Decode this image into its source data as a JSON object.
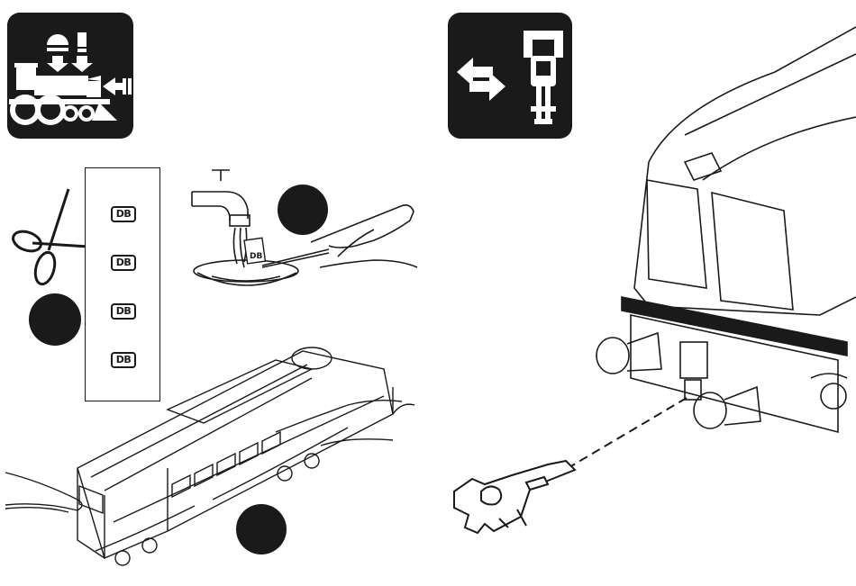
{
  "decal_strip": {
    "logos": [
      {
        "text": "DB"
      },
      {
        "text": "DB"
      },
      {
        "text": "DB"
      },
      {
        "text": "DB"
      }
    ]
  },
  "water_scene": {
    "decal_text": "DB"
  },
  "icons": {
    "left_tile": "locomotive-coupler-service-icon",
    "right_tile": "coupler-exchange-icon"
  },
  "colors": {
    "ink": "#1a1a1a",
    "paper": "#ffffff"
  }
}
